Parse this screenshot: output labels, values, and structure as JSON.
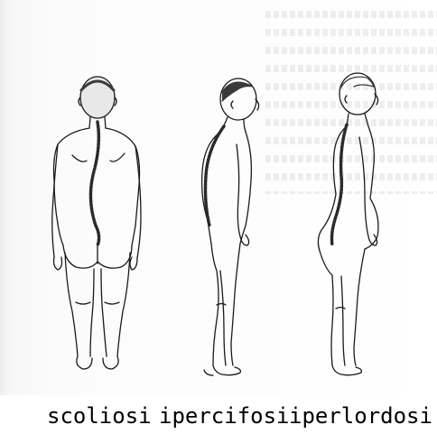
{
  "figure": {
    "labels": [
      {
        "id": "scoliosis",
        "text": "scoliosi"
      },
      {
        "id": "kyphosis",
        "text": "ipercifosi"
      },
      {
        "id": "lordosis",
        "text": "iperlordosi"
      }
    ],
    "colors": {
      "outline": "#1a1a1a",
      "spine": "#2a2a2a",
      "hair": "#3a3a3a",
      "background": "#ffffff",
      "caption": "#000000"
    }
  }
}
